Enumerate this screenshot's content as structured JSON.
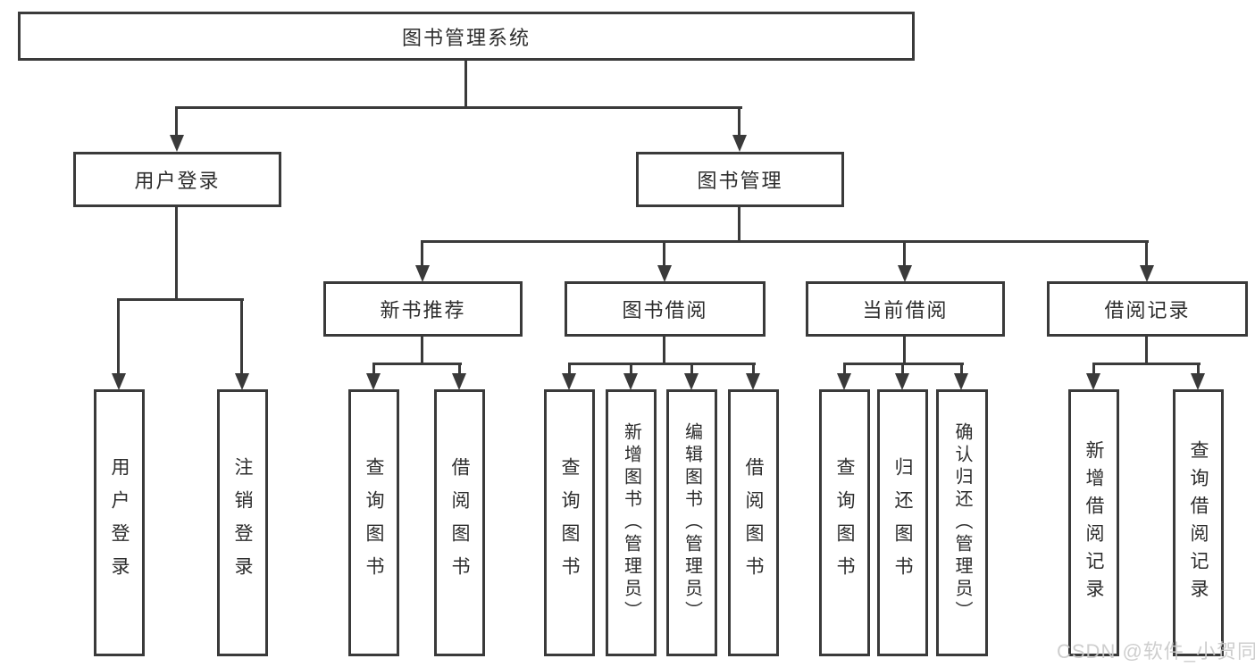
{
  "diagram": {
    "title_node": "图书管理系统",
    "level2": {
      "user_login": "用户登录",
      "book_management": "图书管理"
    },
    "level3": {
      "new_book_recommend": "新书推荐",
      "book_borrow": "图书借阅",
      "current_borrow": "当前借阅",
      "borrow_record": "借阅记录"
    },
    "leaves": {
      "user_login": [
        "用户登录",
        "注销登录"
      ],
      "new_book_recommend": [
        "查询图书",
        "借阅图书"
      ],
      "book_borrow": [
        "查询图书",
        "新增图书（管理员）",
        "编辑图书（管理员）",
        "借阅图书"
      ],
      "current_borrow": [
        "查询图书",
        "归还图书",
        "确认归还（管理员）"
      ],
      "borrow_record": [
        "新增借阅记录",
        "查询借阅记录"
      ]
    },
    "colors": {
      "line": "#3a3a3a",
      "text": "#2d2d2d",
      "background": "#ffffff",
      "watermark_text_color": "#c9c9c9"
    },
    "watermark": "CSDN @软件_小贺同学"
  }
}
